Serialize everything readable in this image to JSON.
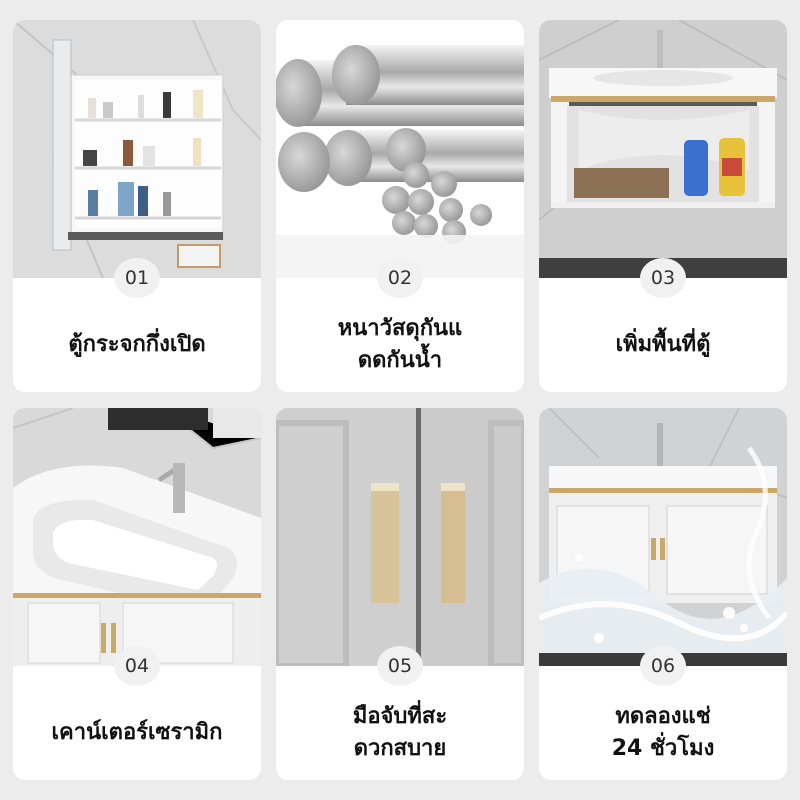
{
  "cards": [
    {
      "number": "01",
      "caption_lines": [
        "ตู้กระจกกึ่งเปิด"
      ],
      "image": "mirror-cabinet-photo"
    },
    {
      "number": "02",
      "caption_lines": [
        "หนาวัสดุกันแ",
        "ดดกันน้ำ"
      ],
      "image": "aluminum-tubes-photo"
    },
    {
      "number": "03",
      "caption_lines": [
        "เพิ่มพื้นที่ตู้"
      ],
      "image": "cabinet-storage-photo"
    },
    {
      "number": "04",
      "caption_lines": [
        "เคาน์เตอร์เซรามิก"
      ],
      "image": "ceramic-basin-photo"
    },
    {
      "number": "05",
      "caption_lines": [
        "มือจับที่สะ",
        "ดวกสบาย"
      ],
      "image": "cabinet-handles-photo"
    },
    {
      "number": "06",
      "caption_lines": [
        "ทดลองแช่",
        "24 ชั่วโมง"
      ],
      "image": "water-splash-photo"
    }
  ],
  "colors": {
    "page_background": "#ececec",
    "card_background": "#ffffff",
    "badge_background": "#f1f1f1",
    "gold_accent": "#c9a86a"
  }
}
